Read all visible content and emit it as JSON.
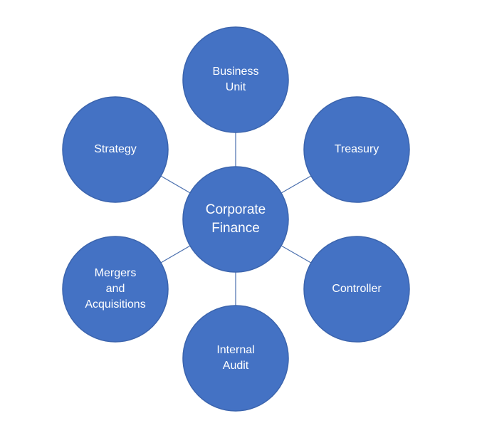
{
  "diagram": {
    "center": {
      "id": "corporate-finance",
      "label_lines": [
        "Corporate",
        "Finance"
      ]
    },
    "nodes": [
      {
        "id": "business-unit",
        "label_lines": [
          "Business",
          "Unit"
        ]
      },
      {
        "id": "treasury",
        "label_lines": [
          "Treasury"
        ]
      },
      {
        "id": "controller",
        "label_lines": [
          "Controller"
        ]
      },
      {
        "id": "internal-audit",
        "label_lines": [
          "Internal",
          "Audit"
        ]
      },
      {
        "id": "mergers-and-acquisitions",
        "label_lines": [
          "Mergers",
          "and",
          "Acquisitions"
        ]
      },
      {
        "id": "strategy",
        "label_lines": [
          "Strategy"
        ]
      }
    ],
    "colors": {
      "node_fill": "#4472c4",
      "node_text": "#ffffff",
      "connector": "#4a6fae",
      "background": "#ffffff"
    }
  }
}
